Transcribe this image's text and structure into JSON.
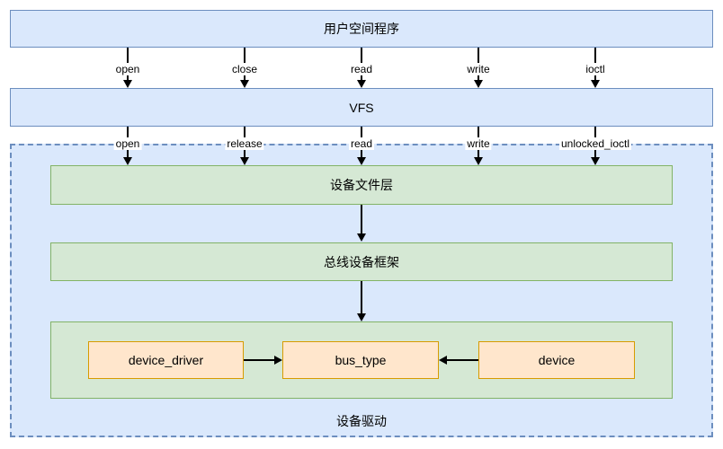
{
  "diagram": {
    "nodes": {
      "user_space": "用户空间程序",
      "vfs": "VFS",
      "device_file_layer": "设备文件层",
      "bus_device_framework": "总线设备框架",
      "driver_container": "设备驱动",
      "device_driver": "device_driver",
      "bus_type": "bus_type",
      "device": "device"
    },
    "syscall_labels": [
      "open",
      "close",
      "read",
      "write",
      "ioctl"
    ],
    "fops_labels": [
      "open",
      "release",
      "read",
      "write",
      "unlocked_ioctl"
    ],
    "colors": {
      "blue_fill": "#dae8fc",
      "blue_border": "#6c8ebf",
      "green_fill": "#d5e8d4",
      "green_border": "#82b366",
      "orange_fill": "#ffe6cc",
      "orange_border": "#d79b00",
      "arrow": "#000000",
      "text": "#000000"
    }
  }
}
